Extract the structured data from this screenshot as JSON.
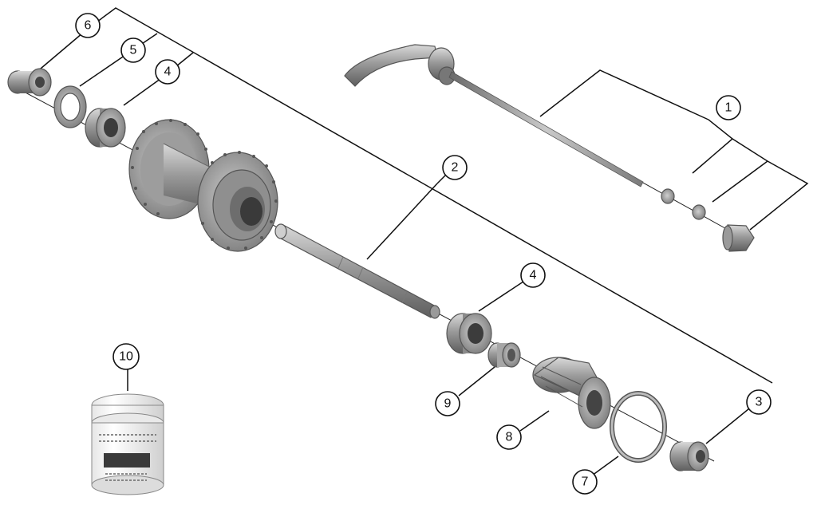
{
  "callouts": [
    {
      "id": "c1",
      "label": "1"
    },
    {
      "id": "c2",
      "label": "2"
    },
    {
      "id": "c3",
      "label": "3"
    },
    {
      "id": "c4a",
      "label": "4"
    },
    {
      "id": "c4b",
      "label": "4"
    },
    {
      "id": "c5",
      "label": "5"
    },
    {
      "id": "c6",
      "label": "6"
    },
    {
      "id": "c7",
      "label": "7"
    },
    {
      "id": "c8",
      "label": "8"
    },
    {
      "id": "c9",
      "label": "9"
    },
    {
      "id": "c10",
      "label": "10"
    }
  ]
}
